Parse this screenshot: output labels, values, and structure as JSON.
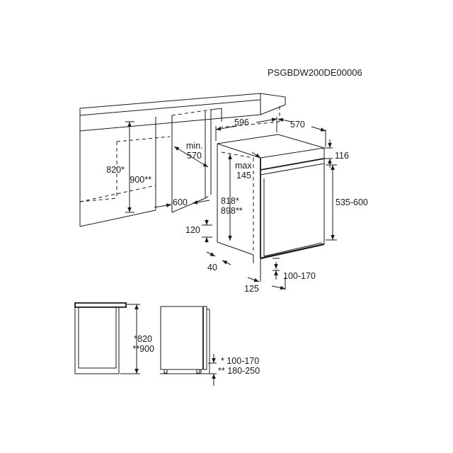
{
  "product_code": "PSGBDW200DE00006",
  "dimensions": {
    "niche_height": [
      "820*",
      "900**"
    ],
    "niche_depth_min": [
      "min.",
      "570"
    ],
    "niche_width": "600",
    "appliance_width": "596",
    "appliance_depth": "570",
    "top_offset": "116",
    "height_adjust_max": [
      "max",
      "145"
    ],
    "appliance_height": [
      "818*",
      "898**"
    ],
    "door_panel_height": "535-600",
    "foot_height": "120",
    "front_offset": "40",
    "plinth_height": "100-170",
    "plinth_depth": "125",
    "side_height": [
      "*820",
      "**900"
    ],
    "side_plinth": [
      "* 100-170",
      "** 180-250"
    ]
  }
}
